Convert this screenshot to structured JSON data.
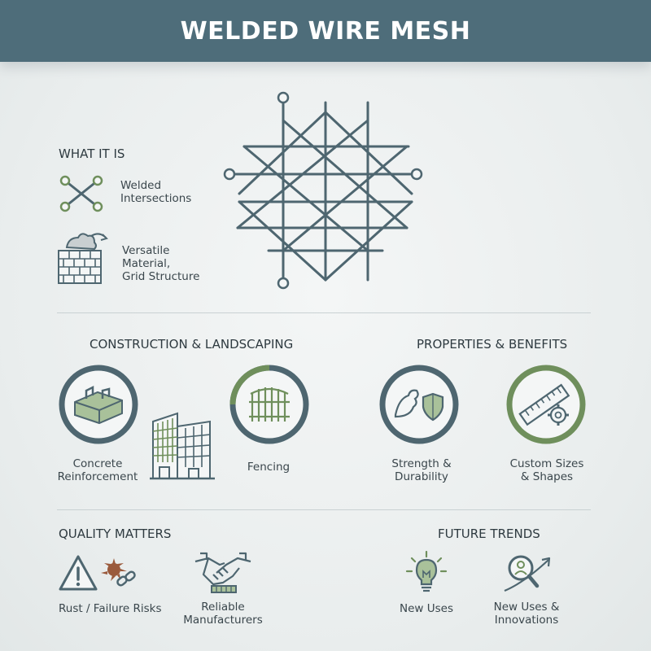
{
  "header": {
    "title": "WELDED WIRE MESH"
  },
  "what_it_is": {
    "title": "WHAT IT IS",
    "items": [
      {
        "lines": [
          "Welded",
          "Intersections"
        ],
        "icon": "crossed-wires-icon"
      },
      {
        "lines": [
          "Versatile",
          "Material,",
          "Grid Structure"
        ],
        "icon": "brick-wall-icon"
      }
    ]
  },
  "construction": {
    "title": "CONSTRUCTION & LANDSCAPING",
    "items": [
      {
        "lines": [
          "Concrete",
          "Reinforcement"
        ],
        "icon": "concrete-block-icon"
      },
      {
        "lines": [],
        "icon": "building-icon"
      },
      {
        "lines": [
          "Fencing"
        ],
        "icon": "fence-icon"
      }
    ]
  },
  "properties": {
    "title": "PROPERTIES & BENEFITS",
    "items": [
      {
        "lines": [
          "Strength &",
          "Durability"
        ],
        "icon": "strength-shield-icon"
      },
      {
        "lines": [
          "Custom Sizes",
          "& Shapes"
        ],
        "icon": "ruler-gear-icon"
      }
    ]
  },
  "quality": {
    "title": "QUALITY MATTERS",
    "items": [
      {
        "lines": [
          "Rust / Failure Risks"
        ],
        "icon": "warning-rust-icon"
      },
      {
        "lines": [
          "Reliable",
          "Manufacturers"
        ],
        "icon": "handshake-icon"
      }
    ]
  },
  "future": {
    "title": "FUTURE TRENDS",
    "items": [
      {
        "lines": [
          "New Uses"
        ],
        "icon": "lightbulb-icon"
      },
      {
        "lines": [
          "New Uses &",
          "Innovations"
        ],
        "icon": "magnifier-arrow-icon"
      }
    ]
  },
  "colors": {
    "header": "#4e6d7a",
    "slate": "#4e6670",
    "green": "#6f8f5c",
    "rust": "#9a5a3c"
  }
}
